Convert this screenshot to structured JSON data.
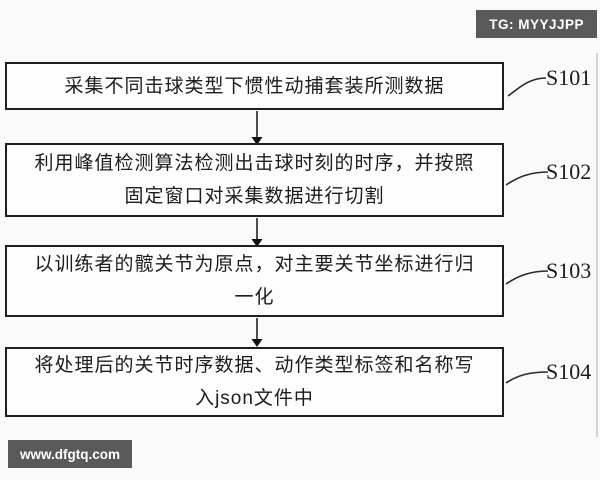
{
  "badge": {
    "label": "TG: MYYJJPP",
    "bg_color": "#59595b",
    "text_color": "#ffffff"
  },
  "watermark": {
    "label": "www.dfgtq.com",
    "bg_color": "#59595b",
    "text_color": "#ffffff"
  },
  "flowchart": {
    "type": "vertical-flow",
    "background_color": "#fafafa",
    "box_border_color": "#1f1f1f",
    "text_color": "#1c1c1c",
    "steps": [
      {
        "id": "S101",
        "lines": [
          "采集不同击球类型下惯性动捕套装所测数据"
        ]
      },
      {
        "id": "S102",
        "lines": [
          "利用峰值检测算法检测出击球时刻的时序，并按照",
          "固定窗口对采集数据进行切割"
        ]
      },
      {
        "id": "S103",
        "lines": [
          "以训练者的髋关节为原点，对主要关节坐标进行归",
          "一化"
        ]
      },
      {
        "id": "S104",
        "lines": [
          "将处理后的关节时序数据、动作类型标签和名称写",
          "入json文件中"
        ]
      }
    ]
  }
}
